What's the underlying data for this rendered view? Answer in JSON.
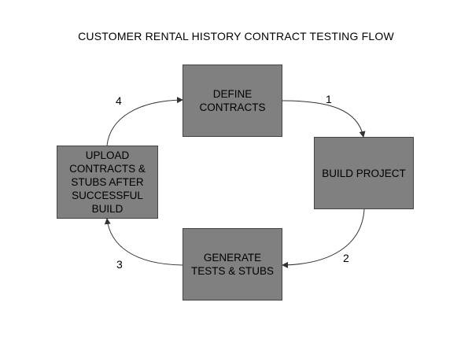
{
  "diagram": {
    "title": "CUSTOMER RENTAL HISTORY CONTRACT TESTING FLOW",
    "nodes": [
      {
        "id": "define",
        "label": "DEFINE\nCONTRACTS"
      },
      {
        "id": "build",
        "label": "BUILD PROJECT"
      },
      {
        "id": "generate",
        "label": "GENERATE\nTESTS & STUBS"
      },
      {
        "id": "upload",
        "label": "UPLOAD\nCONTRACTS &\nSTUBS AFTER\nSUCCESSFUL\nBUILD"
      }
    ],
    "edges": [
      {
        "from": "define",
        "to": "build",
        "label": "1"
      },
      {
        "from": "build",
        "to": "generate",
        "label": "2"
      },
      {
        "from": "generate",
        "to": "upload",
        "label": "3"
      },
      {
        "from": "upload",
        "to": "define",
        "label": "4"
      }
    ],
    "colors": {
      "box_fill": "#808080",
      "line": "#333333"
    }
  }
}
